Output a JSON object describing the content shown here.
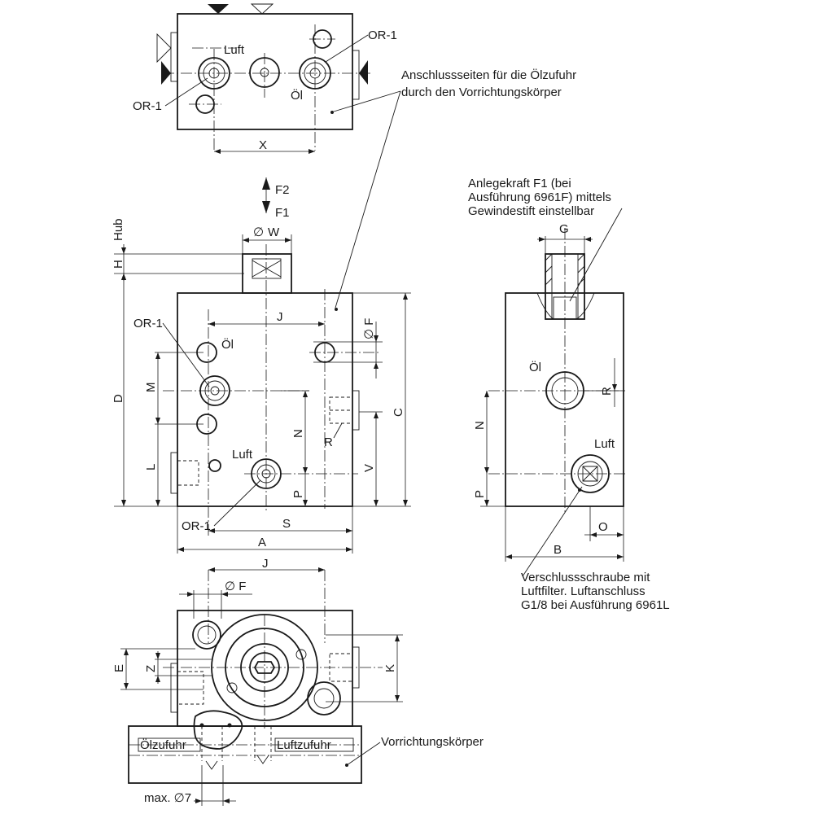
{
  "labels": {
    "luft": "Luft",
    "oel": "Öl",
    "or1": "OR-1",
    "x": "X",
    "f1": "F1",
    "f2": "F2",
    "w": "W",
    "hub": "Hub",
    "h": "H",
    "d": "D",
    "m": "M",
    "l": "L",
    "j": "J",
    "f": "F",
    "n": "N",
    "p": "P",
    "r": "R",
    "v": "V",
    "c": "C",
    "s": "S",
    "a": "A",
    "g": "G",
    "b": "B",
    "o": "O",
    "e": "E",
    "z": "Z",
    "k": "K",
    "oelzufuhr": "Ölzufuhr",
    "luftzufuhr": "Luftzufuhr",
    "max7": "max. ∅7"
  },
  "callouts": {
    "anschluss_1": "Anschlussseiten für die Ölzufuhr",
    "anschluss_2": "durch den Vorrichtungskörper",
    "anlege_1": "Anlegekraft F1 (bei",
    "anlege_2": "Ausführung 6961F) mittels",
    "anlege_3": "Gewindestift einstellbar",
    "versch_1": "Verschlussschraube mit",
    "versch_2": "Luftfilter. Luftanschluss",
    "versch_3": "G1/8 bei Ausführung 6961L",
    "vorrichtung": "Vorrichtungskörper"
  }
}
